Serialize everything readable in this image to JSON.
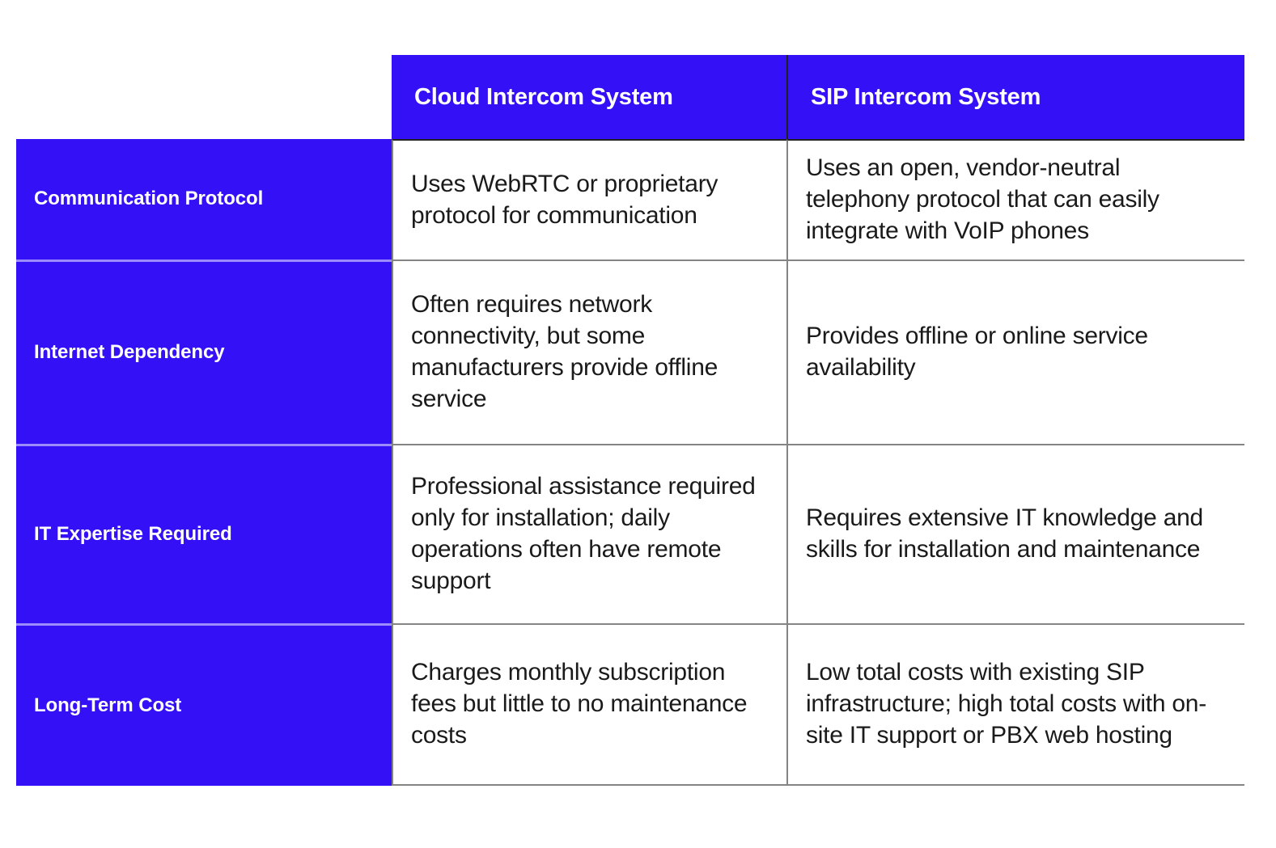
{
  "theme": {
    "brand_blue": "#3310F5",
    "text_dark": "#1A1A1A",
    "grid_gray": "#848484",
    "row_divider_lavender": "#9C8BFA",
    "background": "#FFFFFF"
  },
  "table": {
    "columns": [
      {
        "key": "label",
        "header": ""
      },
      {
        "key": "cloud",
        "header": "Cloud Intercom System"
      },
      {
        "key": "sip",
        "header": "SIP Intercom System"
      }
    ],
    "rows": [
      {
        "label": "Communication Protocol",
        "cloud": "Uses WebRTC or proprietary protocol for communication",
        "sip": "Uses an open, vendor-neutral telephony protocol that can easily integrate with VoIP phones"
      },
      {
        "label": "Internet Dependency",
        "cloud": "Often requires network connectivity, but some manufacturers provide offline service",
        "sip": "Provides offline or online service availability"
      },
      {
        "label": "IT Expertise Required",
        "cloud": "Professional assistance required only for installation; daily operations often have remote support",
        "sip": "Requires extensive IT knowledge and skills for installation and maintenance"
      },
      {
        "label": "Long-Term Cost",
        "cloud": "Charges monthly subscription fees but little to no maintenance costs",
        "sip": "Low total costs with existing SIP infrastructure; high total costs with on-site IT support or PBX web hosting"
      }
    ]
  }
}
